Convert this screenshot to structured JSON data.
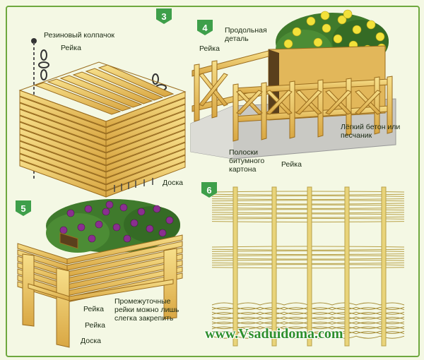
{
  "badges": [
    "3",
    "4",
    "5",
    "6"
  ],
  "labels": {
    "cap": "Резиновый колпачок",
    "rail_top_left": "Рейка",
    "board_top": "Доска",
    "longitudinal": "Продольная деталь",
    "rail_mid": "Рейка",
    "light_concrete": "Лёгкий бетон или песчаник",
    "bitumen": "Полоски битумного картона",
    "rail_bottom_right": "Рейка",
    "rail_b1": "Рейка",
    "rail_b2": "Рейка",
    "board_bottom": "Доска",
    "intermediate": "Промежуточные рейки можно лишь слегка закрепить"
  },
  "watermark": "www.Vsaduidoma.com",
  "colors": {
    "wood": "#f0cf6a",
    "wood_dark": "#c9962f",
    "foliage": "#3f7a2c",
    "flower_yellow": "#f2e13a",
    "flower_purple": "#8a2f8f",
    "border": "#6ea83e",
    "badge": "#3e9f4a"
  }
}
